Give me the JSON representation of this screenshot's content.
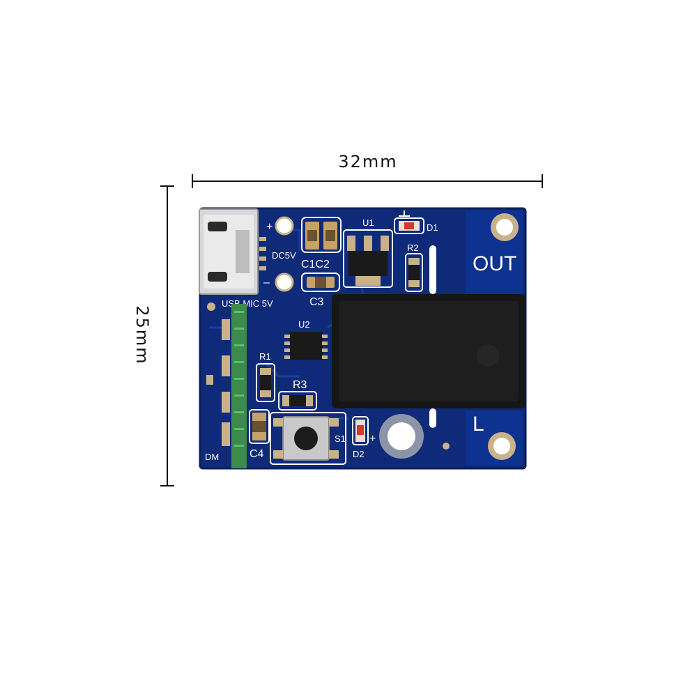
{
  "dimensions": {
    "width_label": "32mm",
    "height_label": "25mm"
  },
  "board": {
    "colors": {
      "pcb": "#0f2a78",
      "pcb_dark": "#0a1f5c",
      "relay": "#161616",
      "silkscreen": "#ffffff",
      "pad_gold": "#c9b28a",
      "antenna_green": "#3d8a4a"
    },
    "silkscreen": {
      "plus_top": "+",
      "minus": "–",
      "dc5v": "DC5V",
      "usb_mic": "USB  MIC  5V",
      "c1c2": "C1C2",
      "c3": "C3",
      "u1": "U1",
      "u2": "U2",
      "d1": "D1",
      "r2": "R2",
      "r1": "R1",
      "r3": "R3",
      "c4": "C4",
      "s1": "S1",
      "d2": "D2",
      "plus_d2": "+",
      "dm": "DM",
      "out": "OUT",
      "l": "L"
    }
  }
}
